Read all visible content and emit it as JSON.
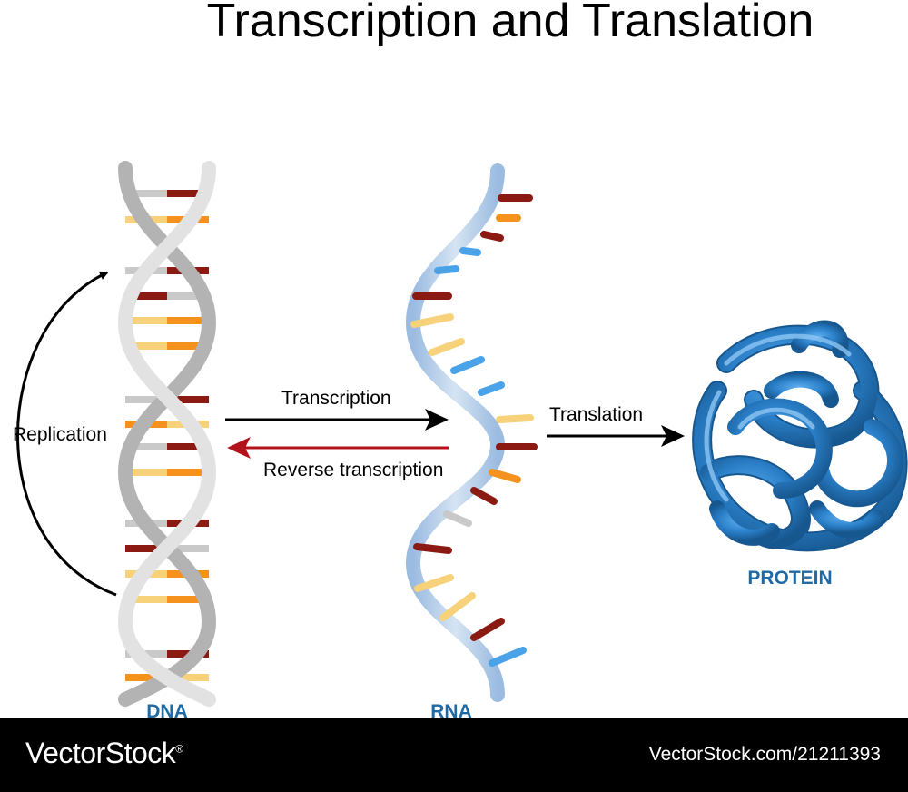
{
  "title": "Transcription and Translation",
  "labels": {
    "replication": "Replication",
    "transcription": "Transcription",
    "reverse_transcription": "Reverse transcription",
    "translation": "Translation",
    "dna": "DNA",
    "rna": "RNA",
    "protein": "PROTEIN"
  },
  "footer": {
    "brand": "VectorStock",
    "brand_mark": "®",
    "reference": "VectorStock.com/21211393"
  },
  "colors": {
    "label_blue": "#1f6aa5",
    "reverse_arrow": "#b3121b",
    "base_dark_red": "#8b1a12",
    "base_orange": "#f5921e",
    "base_yellow": "#f7d27a",
    "base_grey": "#c9c9c9",
    "base_blue": "#4aa3e8",
    "protein_blue": "#2e86d0"
  }
}
